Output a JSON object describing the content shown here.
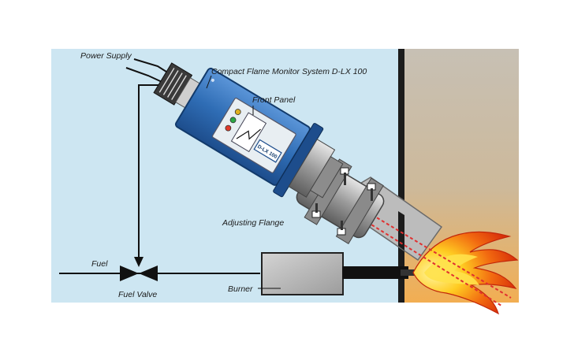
{
  "diagram": {
    "labels": {
      "power_supply": "Power Supply",
      "system_name": "Compact Flame Monitor System D-LX 100",
      "front_panel": "Front Panel",
      "adjusting_flange": "Adjusting Flange",
      "fuel": "Fuel",
      "fuel_valve": "Fuel Valve",
      "burner": "Burner",
      "panel_model": "D-LX 100"
    },
    "colors": {
      "background": "#cde6f2",
      "wall": "#1c1c1c",
      "device_body": "#2f6db5",
      "flame_outer": "#e8380d",
      "flame_inner": "#ffd23a",
      "beam": "#e03030"
    }
  }
}
